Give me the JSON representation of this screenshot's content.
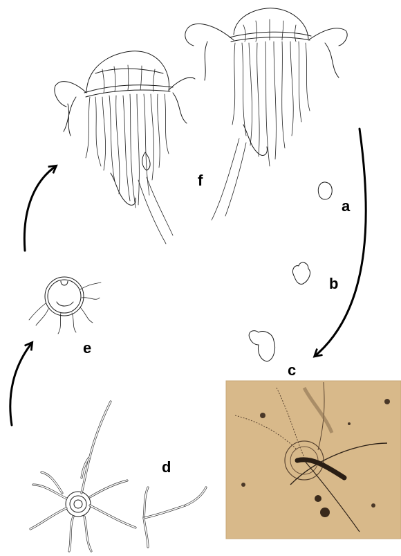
{
  "figure": {
    "stage_labels": {
      "a": "a",
      "b": "b",
      "c": "c",
      "d": "d",
      "e": "e",
      "f": "f"
    },
    "colors": {
      "ink": "#1a1a1a",
      "arrow": "#000000",
      "photo_background": "#d8b98a"
    }
  }
}
